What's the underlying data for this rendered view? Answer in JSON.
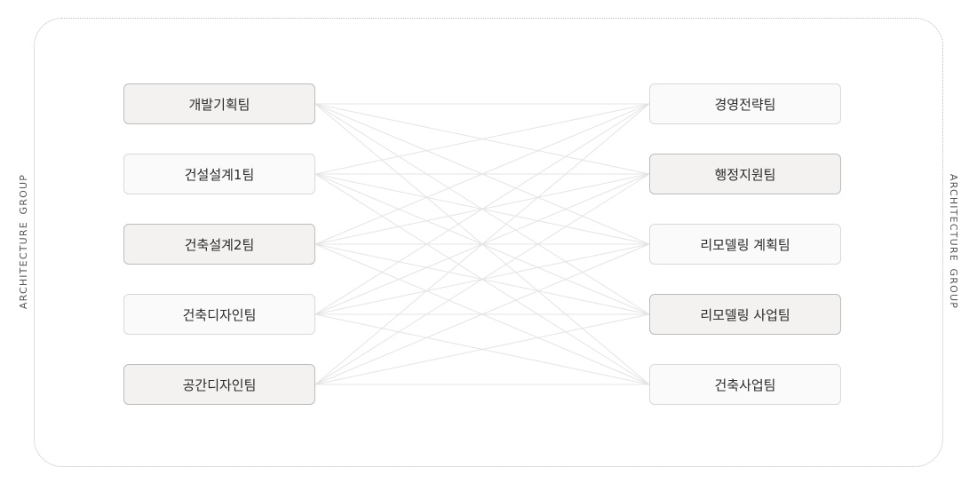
{
  "side_labels": {
    "left": "ARCHITECTURE GROUP",
    "right": "ARCHITECTURE GROUP"
  },
  "left_teams": [
    {
      "label": "개발기획팀",
      "shaded": true
    },
    {
      "label": "건설설계1팀",
      "shaded": false
    },
    {
      "label": "건축설계2팀",
      "shaded": true
    },
    {
      "label": "건축디자인팀",
      "shaded": false
    },
    {
      "label": "공간디자인팀",
      "shaded": true
    }
  ],
  "right_teams": [
    {
      "label": "경영전략팀",
      "shaded": false
    },
    {
      "label": "행정지원팀",
      "shaded": true
    },
    {
      "label": "리모델링 계획팀",
      "shaded": false
    },
    {
      "label": "리모델링 사업팀",
      "shaded": true
    },
    {
      "label": "건축사업팀",
      "shaded": false
    }
  ],
  "colors": {
    "shaded_fill": "#f3f2f0",
    "plain_fill": "#fafafa",
    "link_line": "#e4e4e4"
  }
}
